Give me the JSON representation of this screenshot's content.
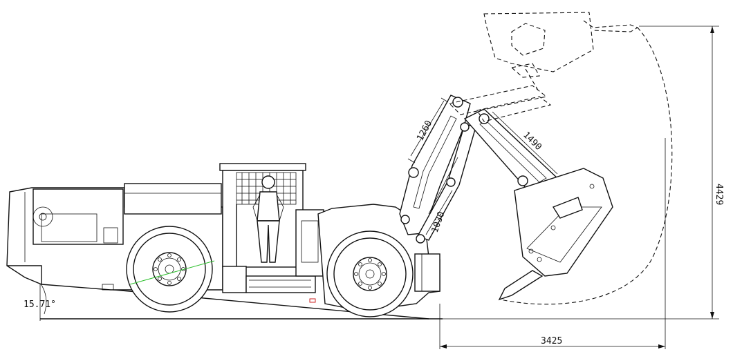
{
  "dimensions": {
    "angle": "15.71°",
    "boom_length": "1260",
    "stick_length": "1490",
    "cylinder_length": "1030",
    "height": "4429",
    "reach": "3425"
  },
  "colors": {
    "line": "#111111",
    "accent_line": "#2bbf2b",
    "marker": "#cc2222"
  }
}
